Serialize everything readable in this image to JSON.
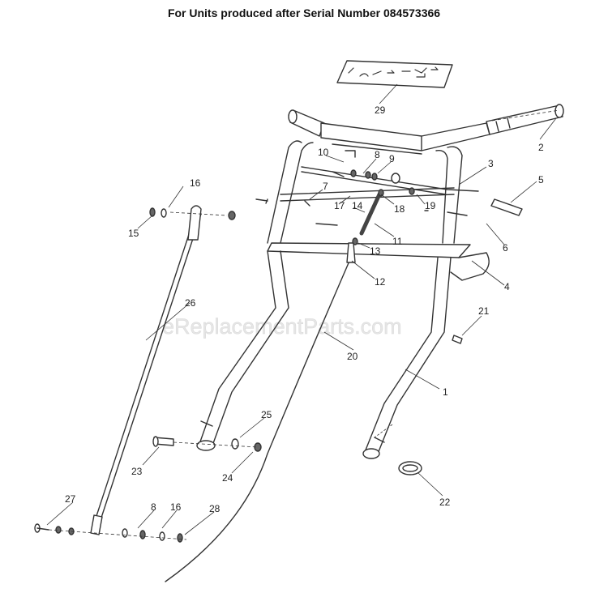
{
  "title": "For Units produced after Serial Number 084573366",
  "watermark": "eReplacementParts.com",
  "colors": {
    "line": "#333333",
    "fill": "#ffffff",
    "shade": "#bfbfbf",
    "dark": "#555555"
  },
  "callouts": [
    {
      "id": "c1",
      "label": "1"
    },
    {
      "id": "c2",
      "label": "2"
    },
    {
      "id": "c3",
      "label": "3"
    },
    {
      "id": "c4",
      "label": "4"
    },
    {
      "id": "c5",
      "label": "5"
    },
    {
      "id": "c6",
      "label": "6"
    },
    {
      "id": "c7",
      "label": "7"
    },
    {
      "id": "c8a",
      "label": "8"
    },
    {
      "id": "c9",
      "label": "9"
    },
    {
      "id": "c10",
      "label": "10"
    },
    {
      "id": "c11",
      "label": "11"
    },
    {
      "id": "c12",
      "label": "12"
    },
    {
      "id": "c13",
      "label": "13"
    },
    {
      "id": "c14",
      "label": "14"
    },
    {
      "id": "c15",
      "label": "15"
    },
    {
      "id": "c16a",
      "label": "16"
    },
    {
      "id": "c17",
      "label": "17"
    },
    {
      "id": "c18",
      "label": "18"
    },
    {
      "id": "c19",
      "label": "19"
    },
    {
      "id": "c20",
      "label": "20"
    },
    {
      "id": "c21",
      "label": "21"
    },
    {
      "id": "c22",
      "label": "22"
    },
    {
      "id": "c23",
      "label": "23"
    },
    {
      "id": "c24",
      "label": "24"
    },
    {
      "id": "c25",
      "label": "25"
    },
    {
      "id": "c26",
      "label": "26"
    },
    {
      "id": "c27",
      "label": "27"
    },
    {
      "id": "c8b",
      "label": "8"
    },
    {
      "id": "c16b",
      "label": "16"
    },
    {
      "id": "c28",
      "label": "28"
    },
    {
      "id": "c29",
      "label": "29"
    }
  ]
}
